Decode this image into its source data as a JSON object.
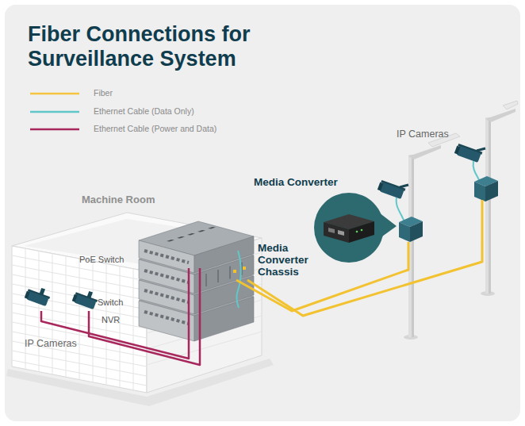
{
  "diagram": {
    "title": "Fiber Connections for Surveillance System",
    "nodes": [
      {
        "text": [
          "Machine Room"
        ]
      },
      {
        "text": [
          "PoE Switch"
        ],
        "in": 0
      },
      {
        "text": [
          "Media Converter Chassis"
        ],
        "in": 0
      },
      {
        "text": [
          "Switch"
        ],
        "in": 0
      },
      {
        "text": [
          "NVR"
        ],
        "in": 0
      },
      {
        "text": [
          "IP Cameras"
        ],
        "in": 0
      },
      {
        "text": [
          "Media Converter"
        ]
      },
      {
        "text": [
          "IP Cameras"
        ]
      }
    ],
    "edges": [
      {
        "from": 1,
        "to": 5,
        "arrow": "none"
      },
      {
        "from": 2,
        "to": 7,
        "arrow": "none"
      }
    ],
    "legend": [
      {
        "text": "Fiber"
      },
      {
        "text": "Ethernet Cable (Data Only)"
      },
      {
        "text": "Ethernet Cable (Power and Data)"
      }
    ]
  }
}
